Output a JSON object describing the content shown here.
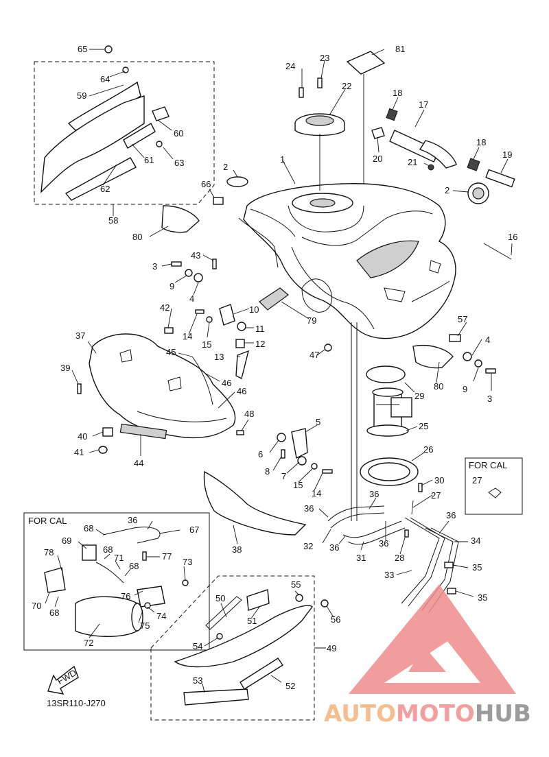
{
  "part_numbers": [
    "1",
    "2",
    "3",
    "4",
    "5",
    "6",
    "7",
    "8",
    "9",
    "10",
    "11",
    "12",
    "13",
    "14",
    "15",
    "16",
    "17",
    "18",
    "19",
    "20",
    "21",
    "22",
    "23",
    "24",
    "25",
    "26",
    "27",
    "28",
    "29",
    "30",
    "31",
    "32",
    "33",
    "34",
    "35",
    "36",
    "37",
    "38",
    "39",
    "40",
    "41",
    "42",
    "43",
    "44",
    "45",
    "46",
    "47",
    "48",
    "49",
    "50",
    "51",
    "52",
    "53",
    "54",
    "55",
    "56",
    "57",
    "58",
    "59",
    "60",
    "61",
    "62",
    "63",
    "64",
    "65",
    "66",
    "67",
    "68",
    "69",
    "70",
    "71",
    "72",
    "73",
    "74",
    "75",
    "76",
    "77",
    "78",
    "79",
    "80",
    "81"
  ],
  "labels": {
    "for_cal_main": "FOR CAL",
    "for_cal_small": "FOR CAL",
    "fwd": "FWD",
    "diagram_code": "13SR110-J270"
  },
  "watermark": {
    "part1": "AUTO",
    "part2": "MOTO",
    "part3": "HUB",
    "color1": "#f3b37d",
    "color2": "#f38f8f",
    "color3": "#8a8a8a"
  }
}
